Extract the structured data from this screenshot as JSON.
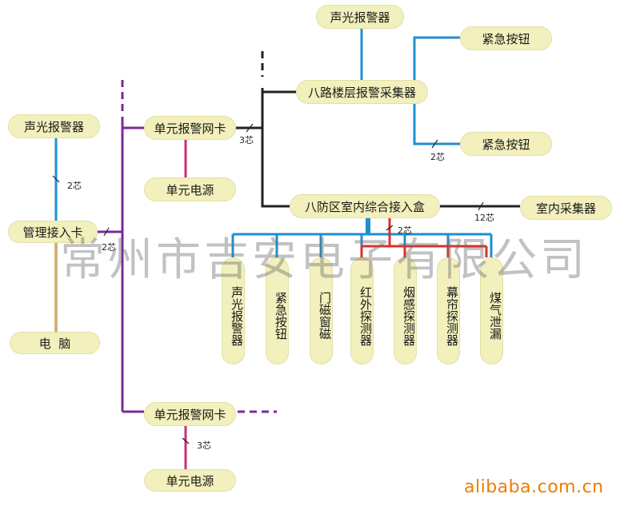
{
  "nodes": {
    "top_alarm": "声光报警器",
    "emergency_button_1": "紧急按钮",
    "emergency_button_2": "紧急按钮",
    "eight_way_collector": "八路楼层报警采集器",
    "unit_alarm_card_1": "单元报警网卡",
    "unit_power_1": "单元电源",
    "left_alarm": "声光报警器",
    "management_card": "管理接入卡",
    "computer": "电  脑",
    "eight_zone_box": "八防区室内综合接入盒",
    "indoor_collector": "室内采集器",
    "unit_alarm_card_2": "单元报警网卡",
    "unit_power_2": "单元电源"
  },
  "devices": [
    "声光报警器",
    "紧急按钮",
    "门磁窗磁",
    "红外探测器",
    "烟感探测器",
    "幕帘探测器",
    "煤气泄漏"
  ],
  "wire_labels": {
    "emergency_2core": "2芯",
    "card1_3core": "3芯",
    "left_alarm_2core": "2芯",
    "mgmt_2core": "2芯",
    "zone_box_2core": "2芯",
    "indoor_12core": "12芯",
    "card2_3core": "3芯"
  },
  "watermark": "常州市吉安电子有限公司",
  "logo": "alibaba.com.cn",
  "colors": {
    "node_fill": "#f2f0bc",
    "signal_blue": "#1e8fd0",
    "bus_black": "#222222",
    "network_purple": "#7a2a9a",
    "power_magenta": "#c8307a",
    "detector_red": "#d8322a",
    "pc_tan": "#d4b078",
    "logo_orange": "#ef7d00"
  }
}
